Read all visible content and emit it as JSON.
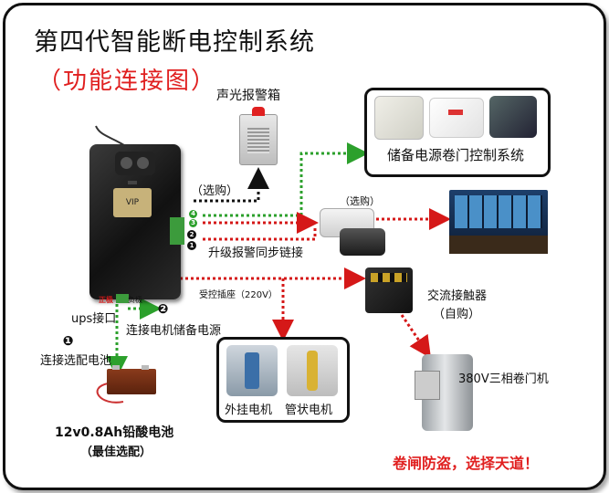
{
  "title": "第四代智能断电控制系统",
  "subtitle": "（功能连接图）",
  "device_brand_text": "VIP",
  "alarm_box": {
    "label": "声光报警箱"
  },
  "optional_purchase_1": "（选购）",
  "optional_purchase_2": "（选购）",
  "backup_power_box": {
    "label": "储备电源卷门控制系统"
  },
  "upgrade_link": "升级报警同步链接",
  "socket_label": "受控插座（220V）",
  "contactor": {
    "label": "交流接触器",
    "note": "（自购）"
  },
  "motor_box": {
    "left_label": "外挂电机",
    "right_label": "管状电机"
  },
  "door_machine": "380V三相卷门机",
  "terminals": {
    "positive": "正极",
    "negative": "负极"
  },
  "ups_port": "ups接口",
  "connect_backup": "连接电机储备电源",
  "connect_battery": "连接选配电池",
  "battery": {
    "spec": "12v0.8Ah铅酸电池",
    "note": "（最佳选配）"
  },
  "slogan": "卷闸防盗，选择天道！",
  "step_badges": [
    "❶",
    "❷"
  ],
  "port_numbers": [
    "4",
    "3",
    "2",
    "1"
  ],
  "colors": {
    "accent_red": "#e01f1f",
    "line_green": "#2ca02c",
    "line_red": "#d51818",
    "line_black": "#111111"
  }
}
